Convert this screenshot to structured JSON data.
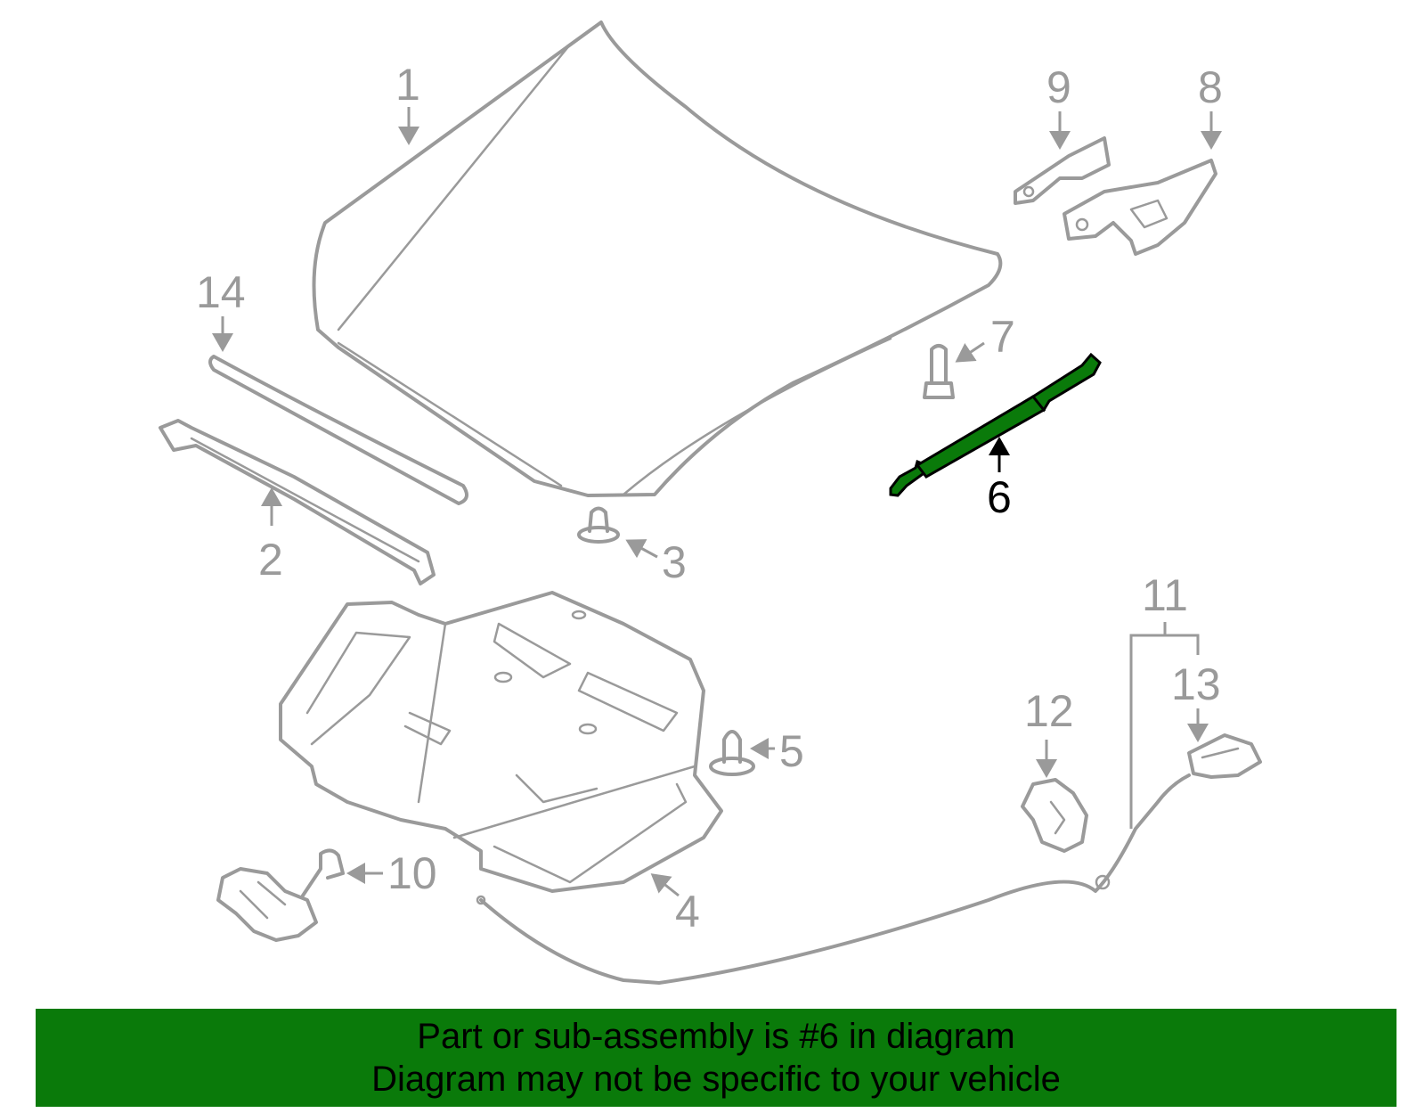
{
  "diagram": {
    "highlighted_part": "6",
    "highlight_color": "#0a7a0a",
    "part_color": "#9a9a9a",
    "callouts": {
      "c1": "1",
      "c2": "2",
      "c3": "3",
      "c4": "4",
      "c5": "5",
      "c6": "6",
      "c7": "7",
      "c8": "8",
      "c9": "9",
      "c10": "10",
      "c11": "11",
      "c12": "12",
      "c13": "13",
      "c14": "14"
    }
  },
  "banner": {
    "line1": "Part or sub-assembly is #6 in diagram",
    "line2": "Diagram may not be specific to your vehicle",
    "background": "#0a7a0a"
  }
}
